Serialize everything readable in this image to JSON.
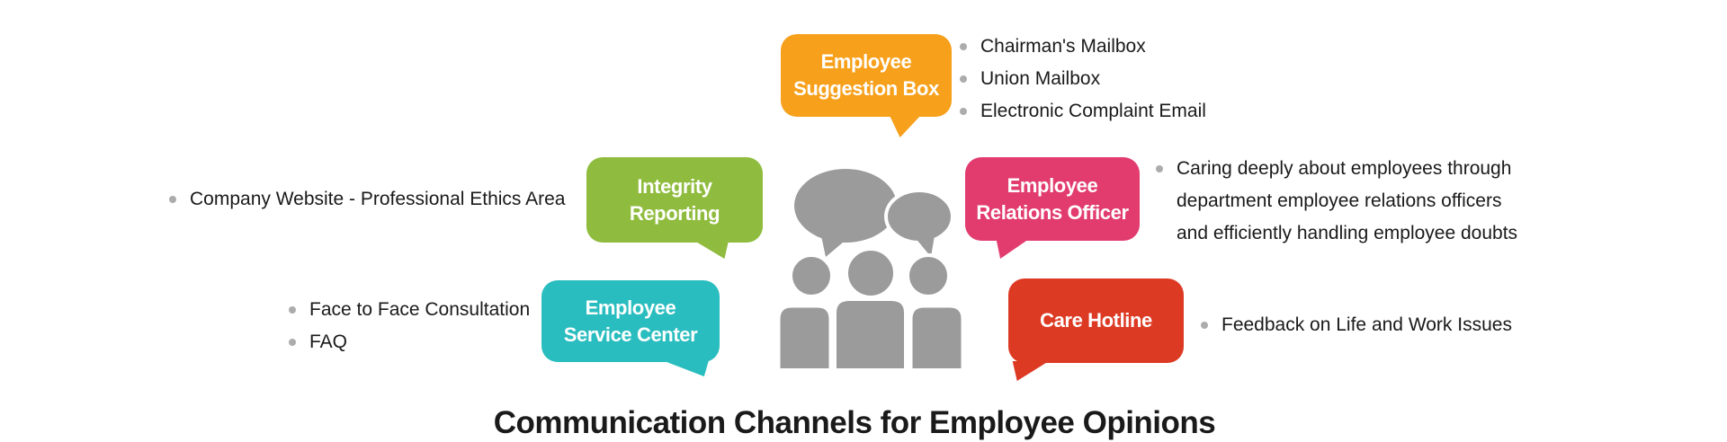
{
  "title": "Communication Channels for Employee Opinions",
  "colors": {
    "background": "#FFFFFF",
    "graphic_gray": "#9B9B9B",
    "bullet_dot": "#ACACAC",
    "text": "#1A1A1A"
  },
  "center_graphic": "people-discussion",
  "channels": [
    {
      "id": "employee-suggestion-box",
      "label": [
        "Employee",
        "Suggestion Box"
      ],
      "color": "#F7A01B",
      "items": [
        {
          "text": "Chairman's Mailbox",
          "bullet": true
        },
        {
          "text": "Union Mailbox",
          "bullet": true
        },
        {
          "text": "Electronic Complaint Email",
          "bullet": true
        }
      ]
    },
    {
      "id": "integrity-reporting",
      "label": [
        "Integrity",
        "Reporting"
      ],
      "color": "#8FBC3E",
      "items": [
        {
          "text": "Company Website - Professional Ethics Area",
          "bullet": true
        }
      ]
    },
    {
      "id": "employee-relations-officer",
      "label": [
        "Employee",
        "Relations Officer"
      ],
      "color": "#E23C6F",
      "items": [
        {
          "text": "Caring deeply about employees through",
          "bullet": true
        },
        {
          "text": "department employee relations officers",
          "bullet": false
        },
        {
          "text": "and efficiently handling employee doubts",
          "bullet": false
        }
      ]
    },
    {
      "id": "employee-service-center",
      "label": [
        "Employee",
        "Service Center"
      ],
      "color": "#2ABDBF",
      "items": [
        {
          "text": "Face to Face Consultation",
          "bullet": true
        },
        {
          "text": "FAQ",
          "bullet": true
        }
      ]
    },
    {
      "id": "care-hotline",
      "label": [
        "Care Hotline"
      ],
      "color": "#DD3A24",
      "items": [
        {
          "text": "Feedback on Life and Work Issues",
          "bullet": true
        }
      ]
    }
  ]
}
